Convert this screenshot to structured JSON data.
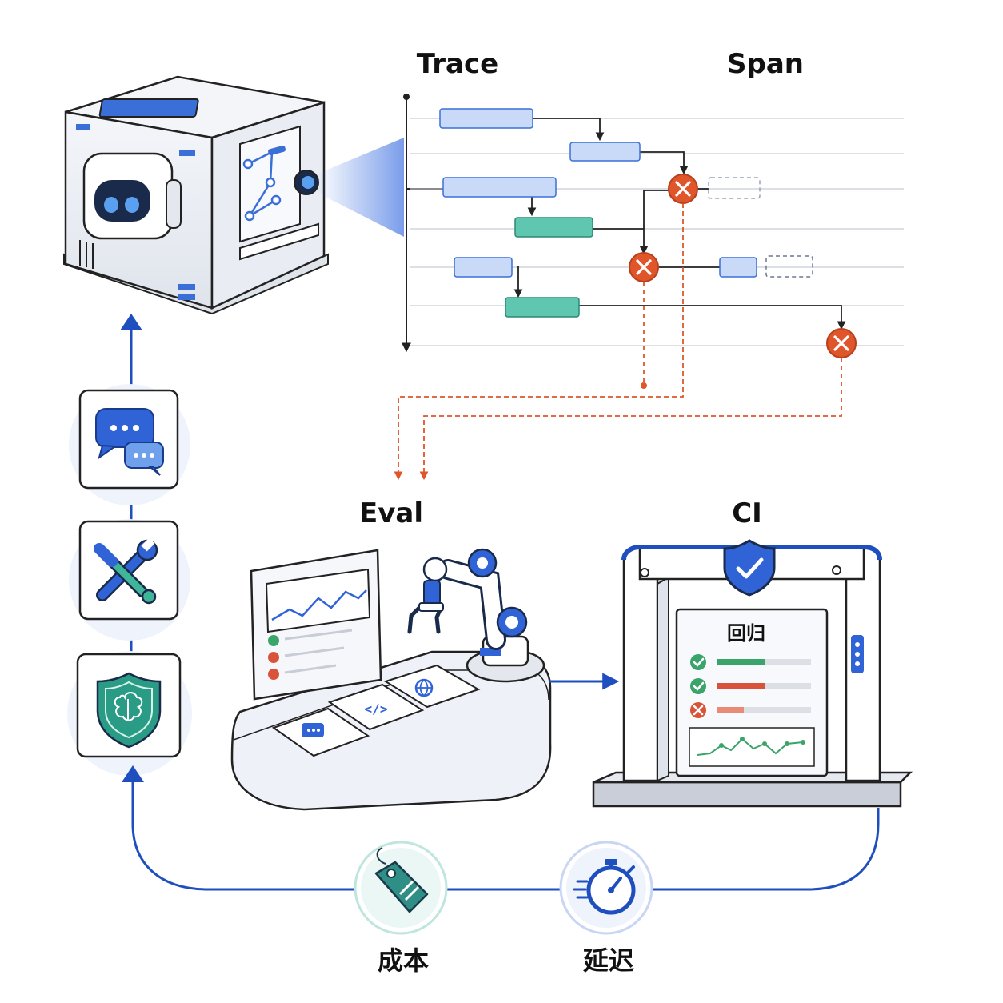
{
  "labels": {
    "trace": "Trace",
    "span": "Span",
    "eval": "Eval",
    "ci": "CI",
    "regression": "回归",
    "cost": "成本",
    "latency": "延迟"
  },
  "colors": {
    "flow_blue": "#1f4fbf",
    "span_blue": "#c9daf8",
    "span_teal": "#5fc6b0",
    "error_orange": "#e0552a",
    "pass_green": "#3aa46a",
    "fail_red": "#d9533a",
    "gray_line": "#c8ccd4"
  },
  "icons": {
    "agent": "robot-server-icon",
    "chat": "chat-bubbles-icon",
    "tools": "wrench-screwdriver-icon",
    "guard": "shield-brain-icon",
    "eval": "robot-arm-eval-bench-icon",
    "ci_gate": "ci-gate-shield-icon",
    "cost": "price-tag-icon",
    "latency": "stopwatch-icon",
    "error": "x-circle-icon",
    "check": "check-circle-icon"
  }
}
